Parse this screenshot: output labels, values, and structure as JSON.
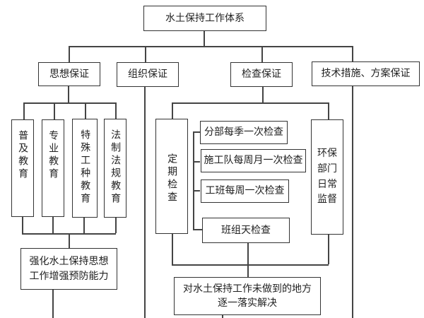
{
  "root": "水土保持工作体系",
  "branches": [
    {
      "label": "思想保证"
    },
    {
      "label": "组织保证"
    },
    {
      "label": "检查保证"
    },
    {
      "label": "技术措施、方案保证"
    }
  ],
  "education": [
    "普及教育",
    "专业教育",
    "特殊工种教育",
    "法制法规教育"
  ],
  "education_result": "强化水土保持思想工作增强预防能力",
  "inspection": {
    "periodic": "定期检查",
    "periodic_items": [
      "分部每季一次检查",
      "施工队每周月一次检查",
      "工班每周一次检查",
      "班组天检查"
    ],
    "env_dept": "环保部门日常监督",
    "result": "对水土保持工作未做到的地方逐一落实解决"
  }
}
